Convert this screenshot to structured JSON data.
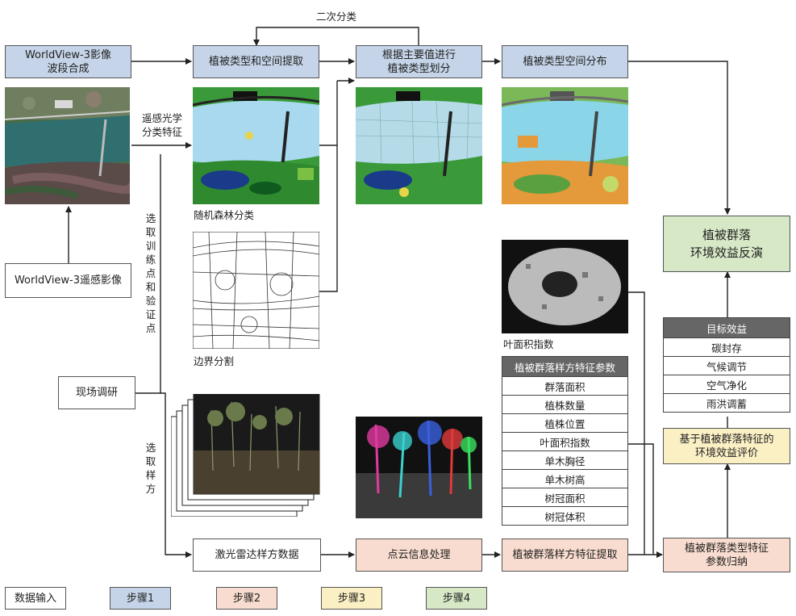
{
  "boxes": {
    "wv3_band": "WorldView-3影像\n波段合成",
    "veg_extract": "植被类型和空间提取",
    "reclass": "根据主要值进行\n植被类型划分",
    "veg_dist": "植被类型空间分布",
    "wv3_image": "WorldView-3遥感影像",
    "field": "现场调研",
    "inversion": "植被群落\n环境效益反演",
    "eval": "基于植被群落特征的\n环境效益评价",
    "lidar": "激光雷达样方数据",
    "pc": "点云信息处理",
    "feat_extract": "植被群落样方特征提取",
    "summary": "植被群落类型特征\n参数归纳"
  },
  "labels": {
    "secondary": "二次分类",
    "optical": "遥感光学\n分类特征",
    "rf": "随机森林分类",
    "seg": "边界分割",
    "lai": "叶面积指数",
    "train": "选取训练点和验证点",
    "quadrat": "选取样方"
  },
  "feature_table": {
    "title": "植被群落样方特征参数",
    "rows": [
      "群落面积",
      "植株数量",
      "植株位置",
      "叶面积指数",
      "单木胸径",
      "单木树高",
      "树冠面积",
      "树冠体积"
    ]
  },
  "benefit_table": {
    "title": "目标效益",
    "rows": [
      "碳封存",
      "气候调节",
      "空气净化",
      "雨洪调蓄"
    ]
  },
  "legend": [
    {
      "label": "数据输入",
      "color": "#ffffff"
    },
    {
      "label": "步骤1",
      "color": "#c5d4e8"
    },
    {
      "label": "步骤2",
      "color": "#f8dccf"
    },
    {
      "label": "步骤3",
      "color": "#fbefc4"
    },
    {
      "label": "步骤4",
      "color": "#d6e8c6"
    }
  ]
}
